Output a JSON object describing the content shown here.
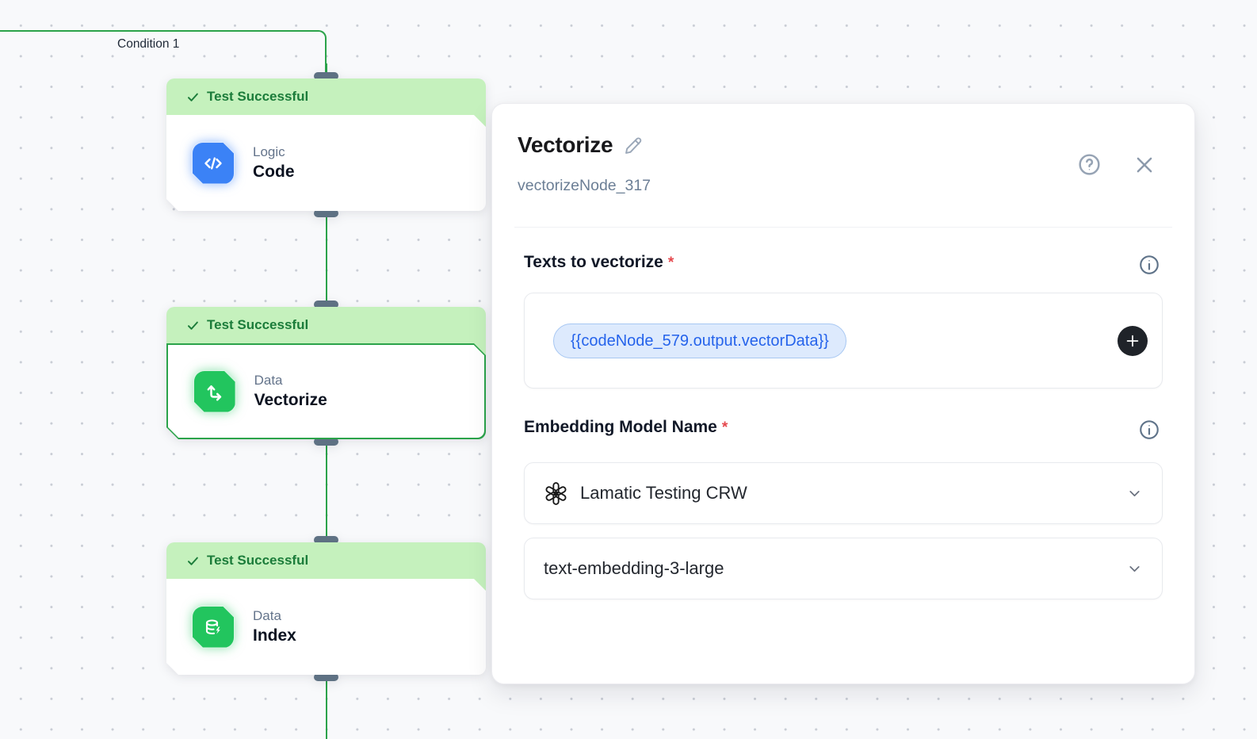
{
  "canvas": {
    "condition_label": "Condition 1",
    "nodes": [
      {
        "status": "Test Successful",
        "category": "Logic",
        "name": "Code",
        "icon": "code-icon",
        "accent": "#3b82f6",
        "selected": false
      },
      {
        "status": "Test Successful",
        "category": "Data",
        "name": "Vectorize",
        "icon": "vectorize-icon",
        "accent": "#22c55e",
        "selected": true
      },
      {
        "status": "Test Successful",
        "category": "Data",
        "name": "Index",
        "icon": "index-icon",
        "accent": "#22c55e",
        "selected": false
      }
    ],
    "colors": {
      "edge": "#2ba34a",
      "banner_bg": "#c5f1bd",
      "banner_text": "#1b7c3a",
      "handle": "#5e7183",
      "selected_border": "#2ba34a",
      "background": "#f8f9fb"
    }
  },
  "panel": {
    "title": "Vectorize",
    "subtitle": "vectorizeNode_317",
    "required_mark": "*",
    "texts_field": {
      "label": "Texts to vectorize",
      "pill": "{{codeNode_579.output.vectorData}}"
    },
    "embedding_field": {
      "label": "Embedding Model Name",
      "provider_value": "Lamatic Testing CRW",
      "model_value": "text-embedding-3-large"
    },
    "accent_blue": "#2563eb",
    "add_button_bg": "#1f2329"
  }
}
